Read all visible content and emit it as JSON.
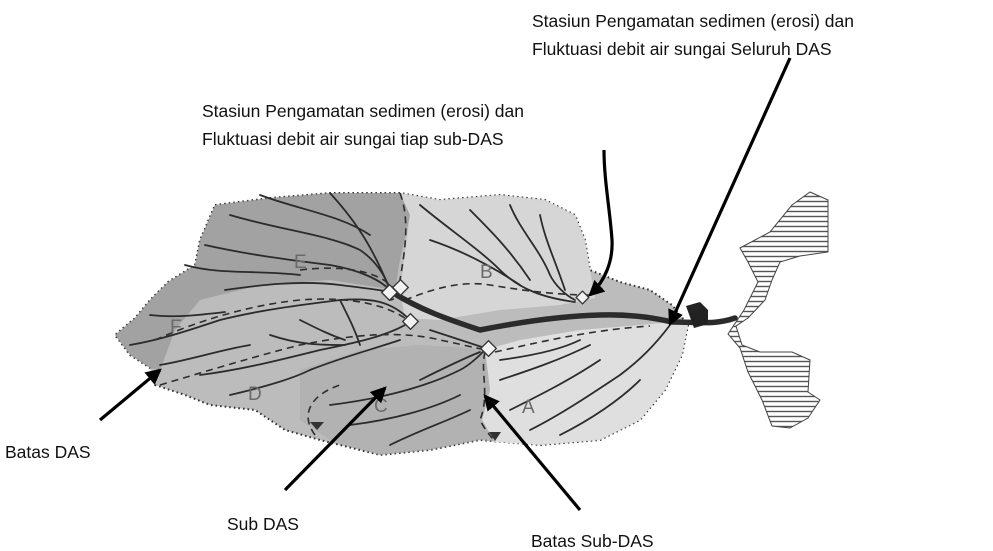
{
  "annotations": {
    "station_outlet_line1": "Stasiun Pengamatan sedimen (erosi) dan",
    "station_outlet_line2": "Fluktuasi debit air sungai Seluruh DAS",
    "station_sub_line1": "Stasiun Pengamatan sedimen (erosi) dan",
    "station_sub_line2": "Fluktuasi debit air sungai tiap sub-DAS",
    "batas_das": "Batas DAS",
    "sub_das": "Sub DAS",
    "batas_sub_das": "Batas Sub-DAS"
  },
  "subbasin_labels": {
    "a": "A",
    "b": "B",
    "c": "C",
    "d": "D",
    "e": "E",
    "f": "F"
  }
}
